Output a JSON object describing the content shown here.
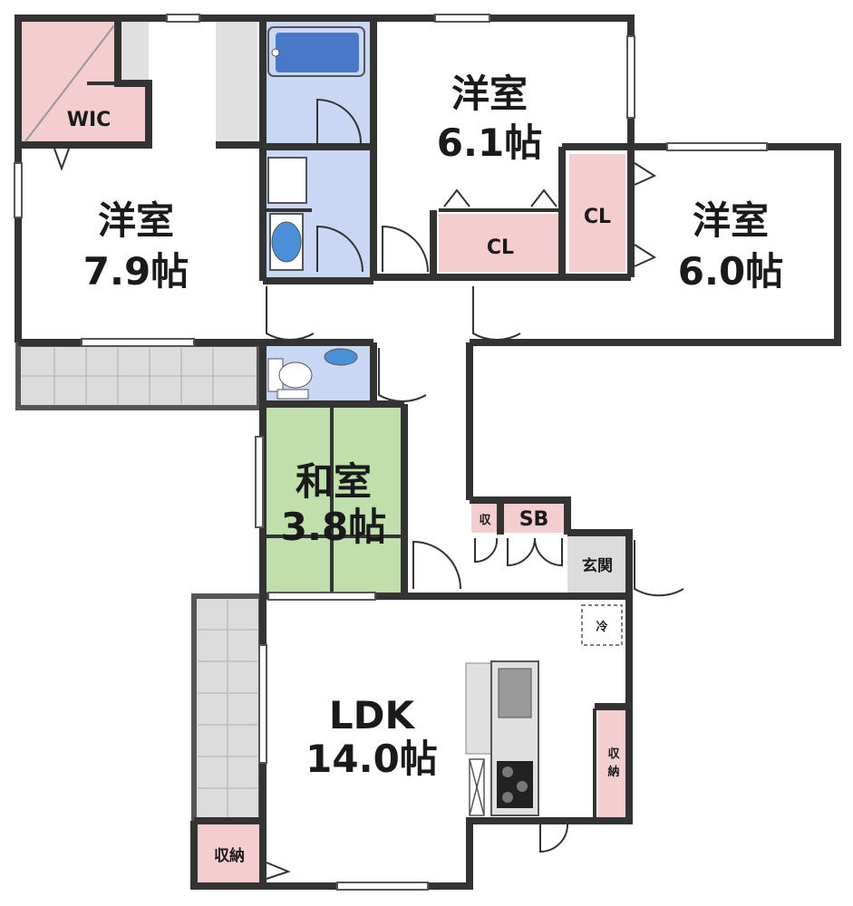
{
  "colors": {
    "wall": "#333333",
    "room_fill": "#ffffff",
    "closet_fill": "#f3cdd0",
    "bath_fill": "#c9d7f5",
    "washitsu_fill": "#bfe0ad",
    "balcony_fill": "#dcdcdc",
    "entrance_fill": "#dcdcdc",
    "kitchen_fill": "#e0e0e0"
  },
  "rooms": {
    "youshitsu_79": {
      "name": "洋室",
      "size": "7.9帖"
    },
    "youshitsu_61": {
      "name": "洋室",
      "size": "6.1帖"
    },
    "youshitsu_60": {
      "name": "洋室",
      "size": "6.0帖"
    },
    "washitsu": {
      "name": "和室",
      "size": "3.8帖"
    },
    "ldk": {
      "name": "LDK",
      "size": "14.0帖"
    }
  },
  "storage": {
    "wic": "WIC",
    "cl_center": "CL",
    "cl_side": "CL",
    "shu": "収",
    "sb": "SB",
    "genkan": "玄関",
    "rei": "冷",
    "shunou_right": [
      "収",
      "納"
    ],
    "shunou_bottom": "収納"
  },
  "icons": [
    "bathtub-icon",
    "washbasin-icon",
    "toilet-icon",
    "sink-icon",
    "stove-icon",
    "door-swing-icon",
    "window-icon"
  ]
}
